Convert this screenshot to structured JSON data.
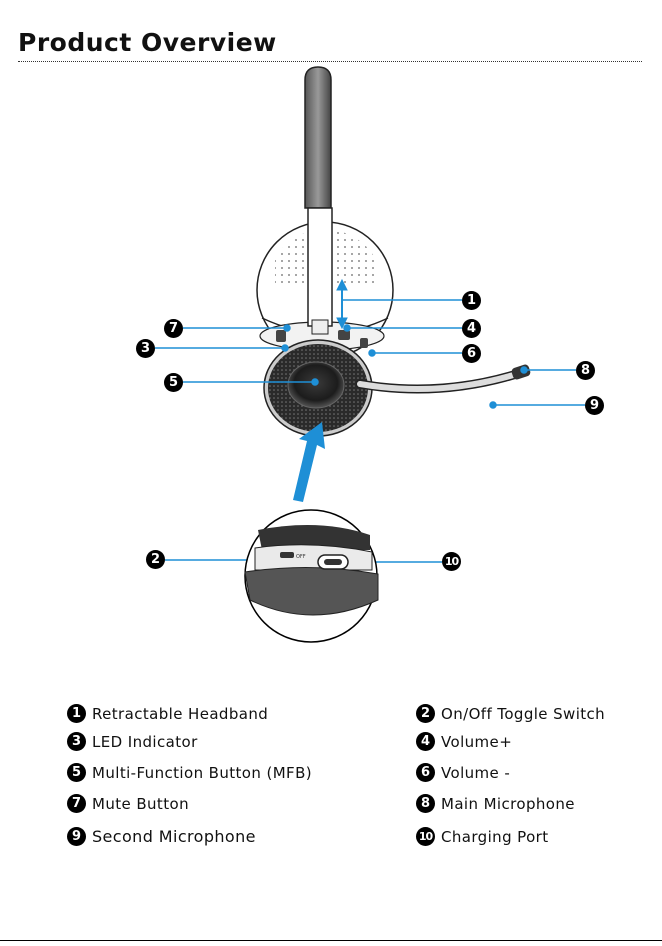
{
  "title": "Product Overview",
  "callouts": [
    "1",
    "7",
    "4",
    "3",
    "6",
    "5",
    "8",
    "9",
    "2",
    "10"
  ],
  "legend": [
    {
      "num": "1",
      "label": "Retractable Headband"
    },
    {
      "num": "2",
      "label": "On/Off Toggle Switch"
    },
    {
      "num": "3",
      "label": "LED Indicator"
    },
    {
      "num": "4",
      "label": "Volume+"
    },
    {
      "num": "5",
      "label": "Multi-Function Button (MFB)"
    },
    {
      "num": "6",
      "label": "Volume -"
    },
    {
      "num": "7",
      "label": "Mute Button"
    },
    {
      "num": "8",
      "label": "Main Microphone"
    },
    {
      "num": "9",
      "label": "Second Microphone"
    },
    {
      "num": "10",
      "label": "Charging Port"
    }
  ],
  "colors": {
    "accent": "#1e8fd6",
    "ink": "#000000"
  },
  "switch_mark": "OFF"
}
